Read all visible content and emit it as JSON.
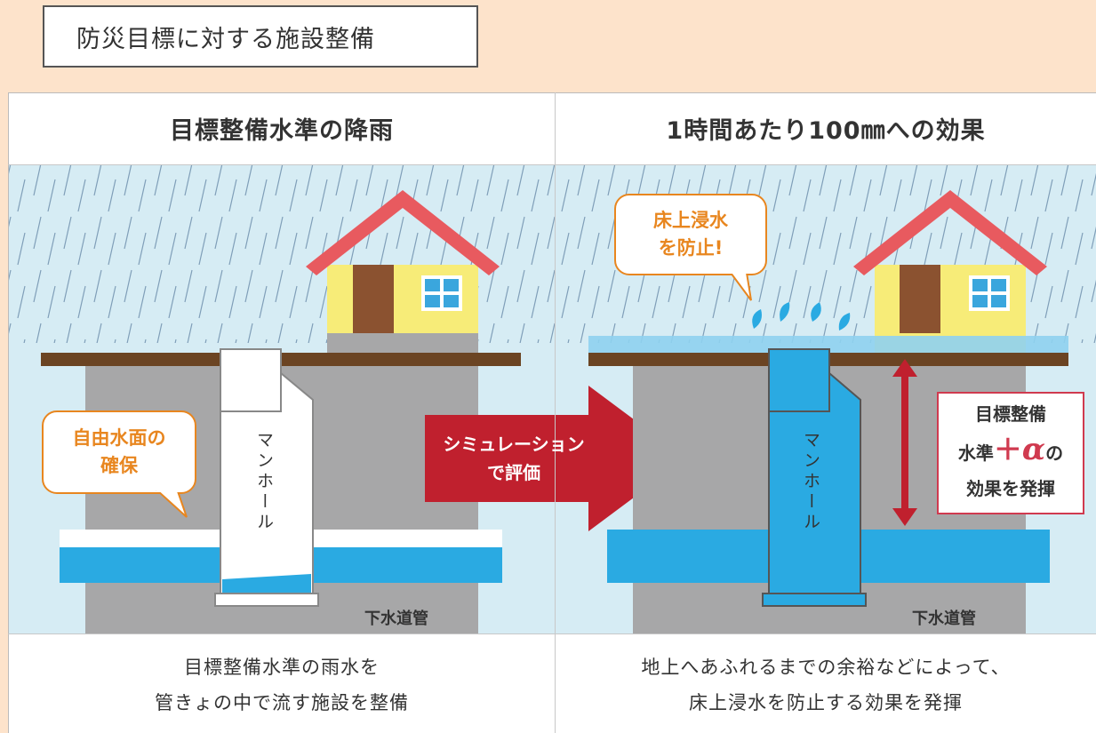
{
  "header": {
    "title": "防災目標に対する施設整備"
  },
  "left": {
    "title": "目標整備水準の降雨",
    "bubble": [
      "自由水面の",
      "確保"
    ],
    "manhole": "マンホール",
    "pipe": "下水道管",
    "caption": [
      "目標整備水準の雨水を",
      "管きょの中で流す施設を整備"
    ]
  },
  "arrow": {
    "label": [
      "シミュレーション",
      "で評価"
    ]
  },
  "right": {
    "title": "1時間あたり100㎜への効果",
    "bubble": [
      "床上浸水",
      "を防止!"
    ],
    "manhole": "マンホール",
    "pipe": "下水道管",
    "effect": {
      "line1": "目標整備",
      "prefix": "水準",
      "plus": "＋",
      "alpha": "α",
      "suffix": "の",
      "line3": "効果を発揮"
    },
    "caption": [
      "地上へあふれるまでの余裕などによって、",
      "床上浸水を防止する効果を発揮"
    ]
  },
  "colors": {
    "sky": "#d6ecf4",
    "water": "#2aaae2",
    "ground": "#a7a7a8",
    "soil": "#6b4423",
    "roof": "#e85a5f",
    "wall": "#f7ec78",
    "door": "#8b5230",
    "arrow": "#c0202e",
    "bubble_border": "#e8861f",
    "effect_border": "#d03a4f",
    "title_bg": "#fde3cb"
  }
}
